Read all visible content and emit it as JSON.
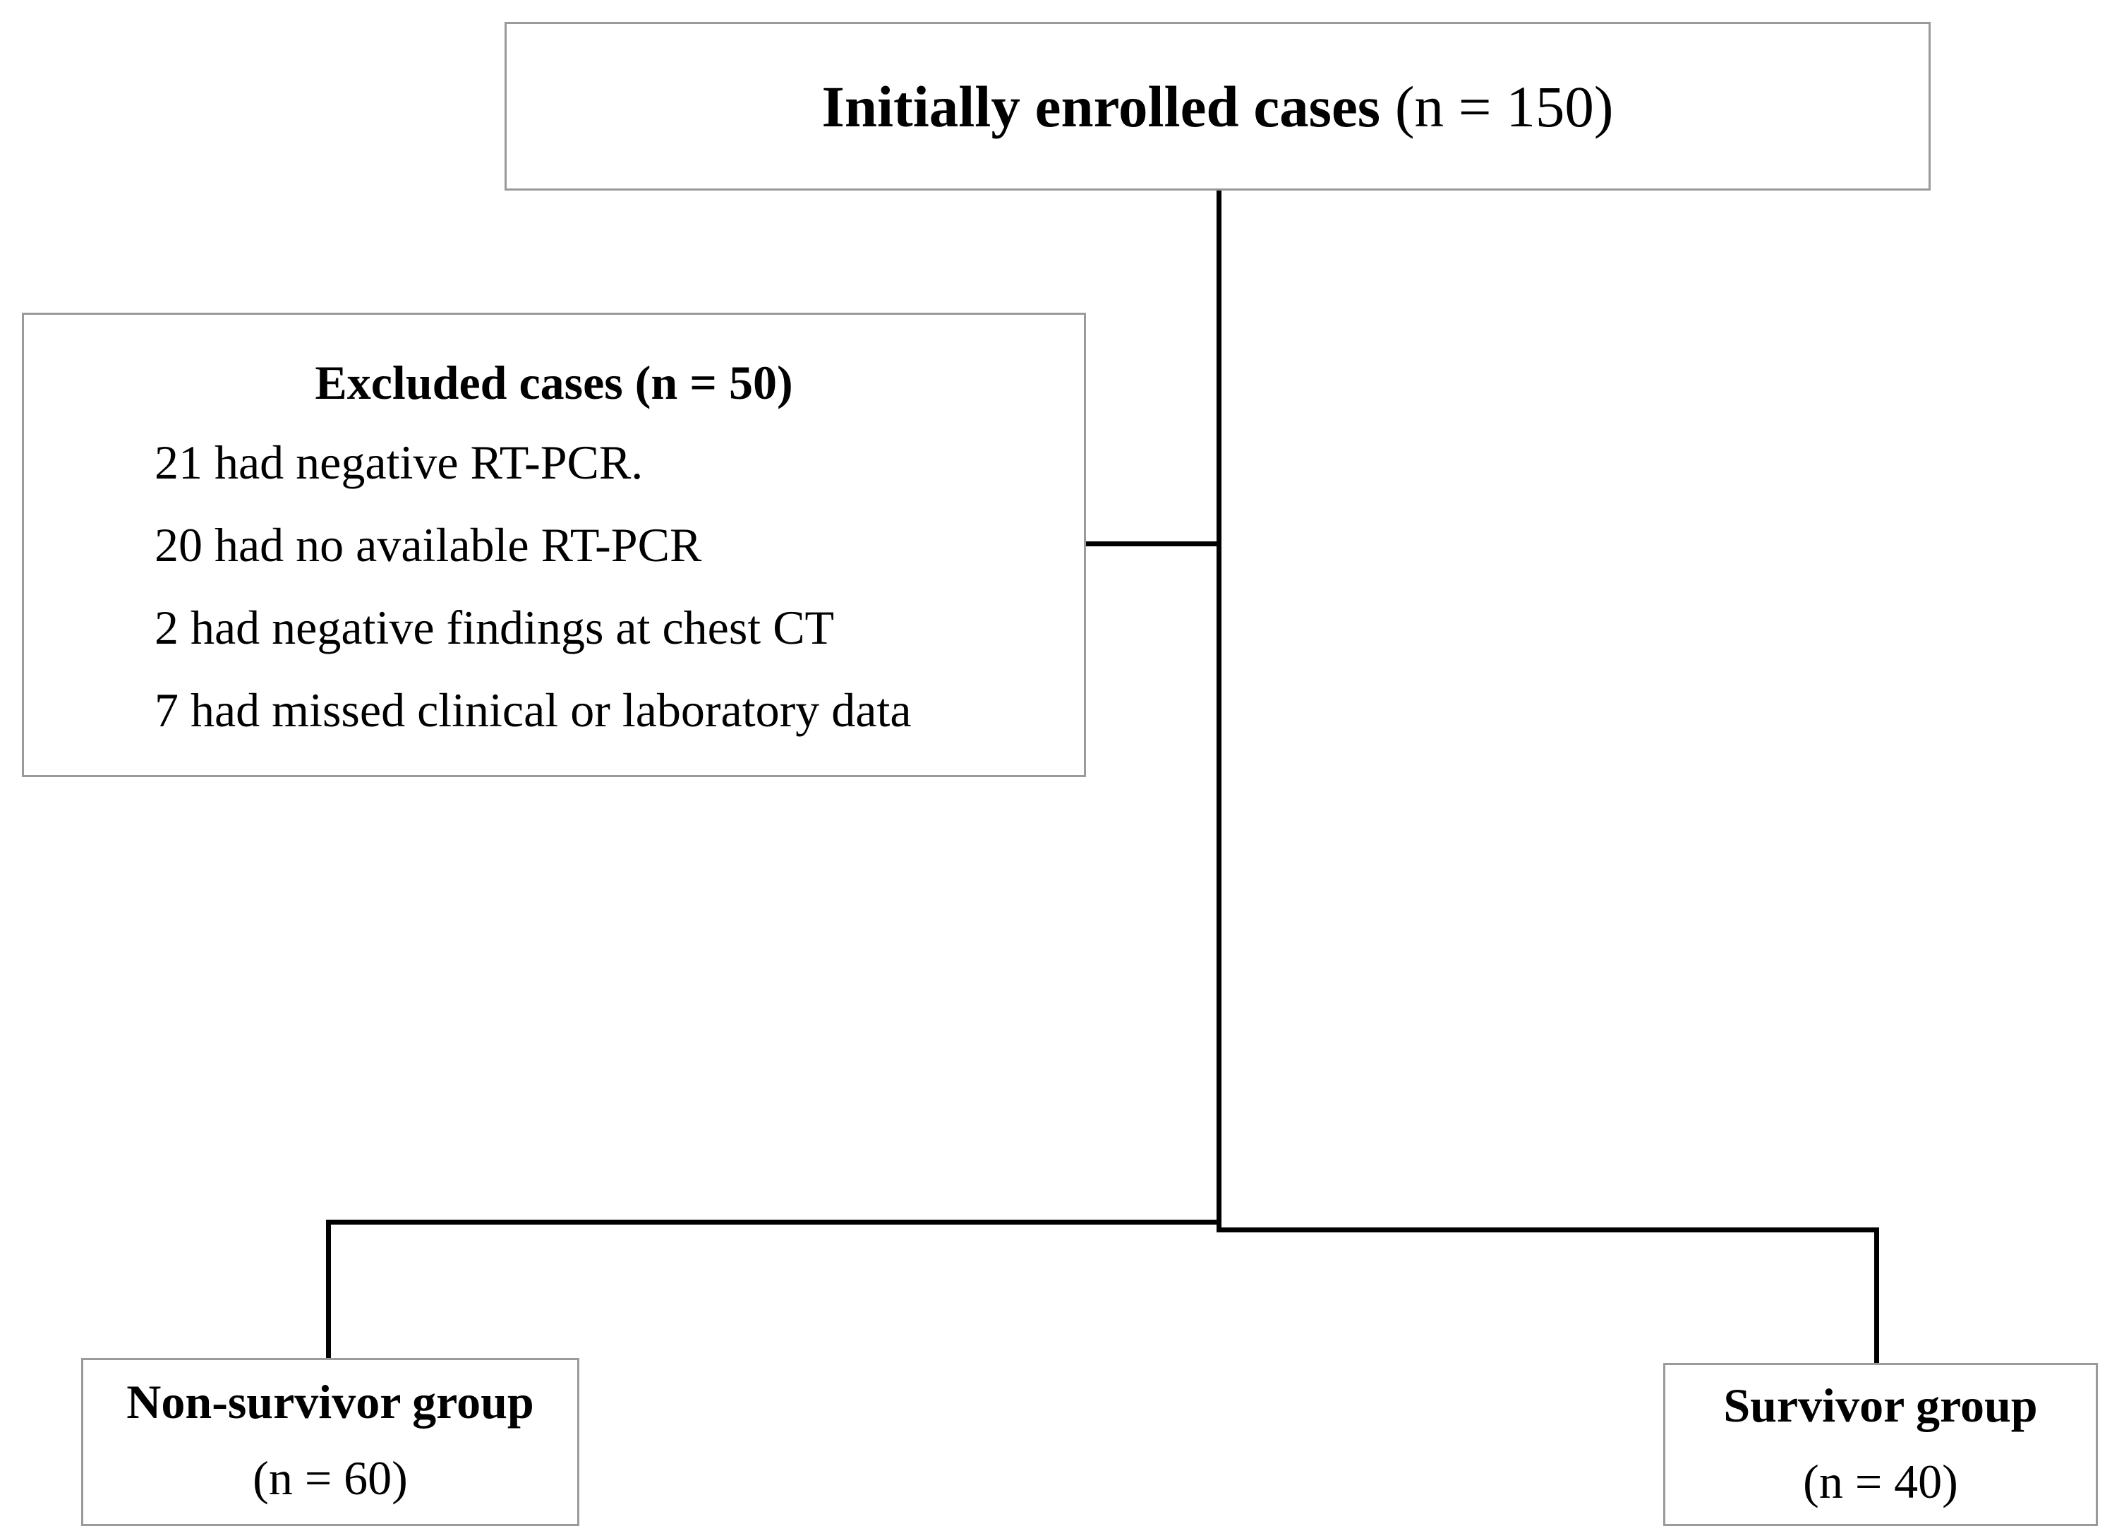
{
  "enrolled": {
    "label_bold": "Initially enrolled cases",
    "count": "(n = 150)"
  },
  "excluded": {
    "title": "Excluded cases (n = 50)",
    "items": [
      "21 had negative RT-PCR.",
      "20 had no available RT-PCR",
      "2 had negative findings at chest CT",
      "7 had missed clinical or laboratory data"
    ]
  },
  "groups": {
    "non_survivor": {
      "label": "Non-survivor group",
      "count": "(n = 60)"
    },
    "survivor": {
      "label": "Survivor group",
      "count": "(n = 40)"
    }
  }
}
